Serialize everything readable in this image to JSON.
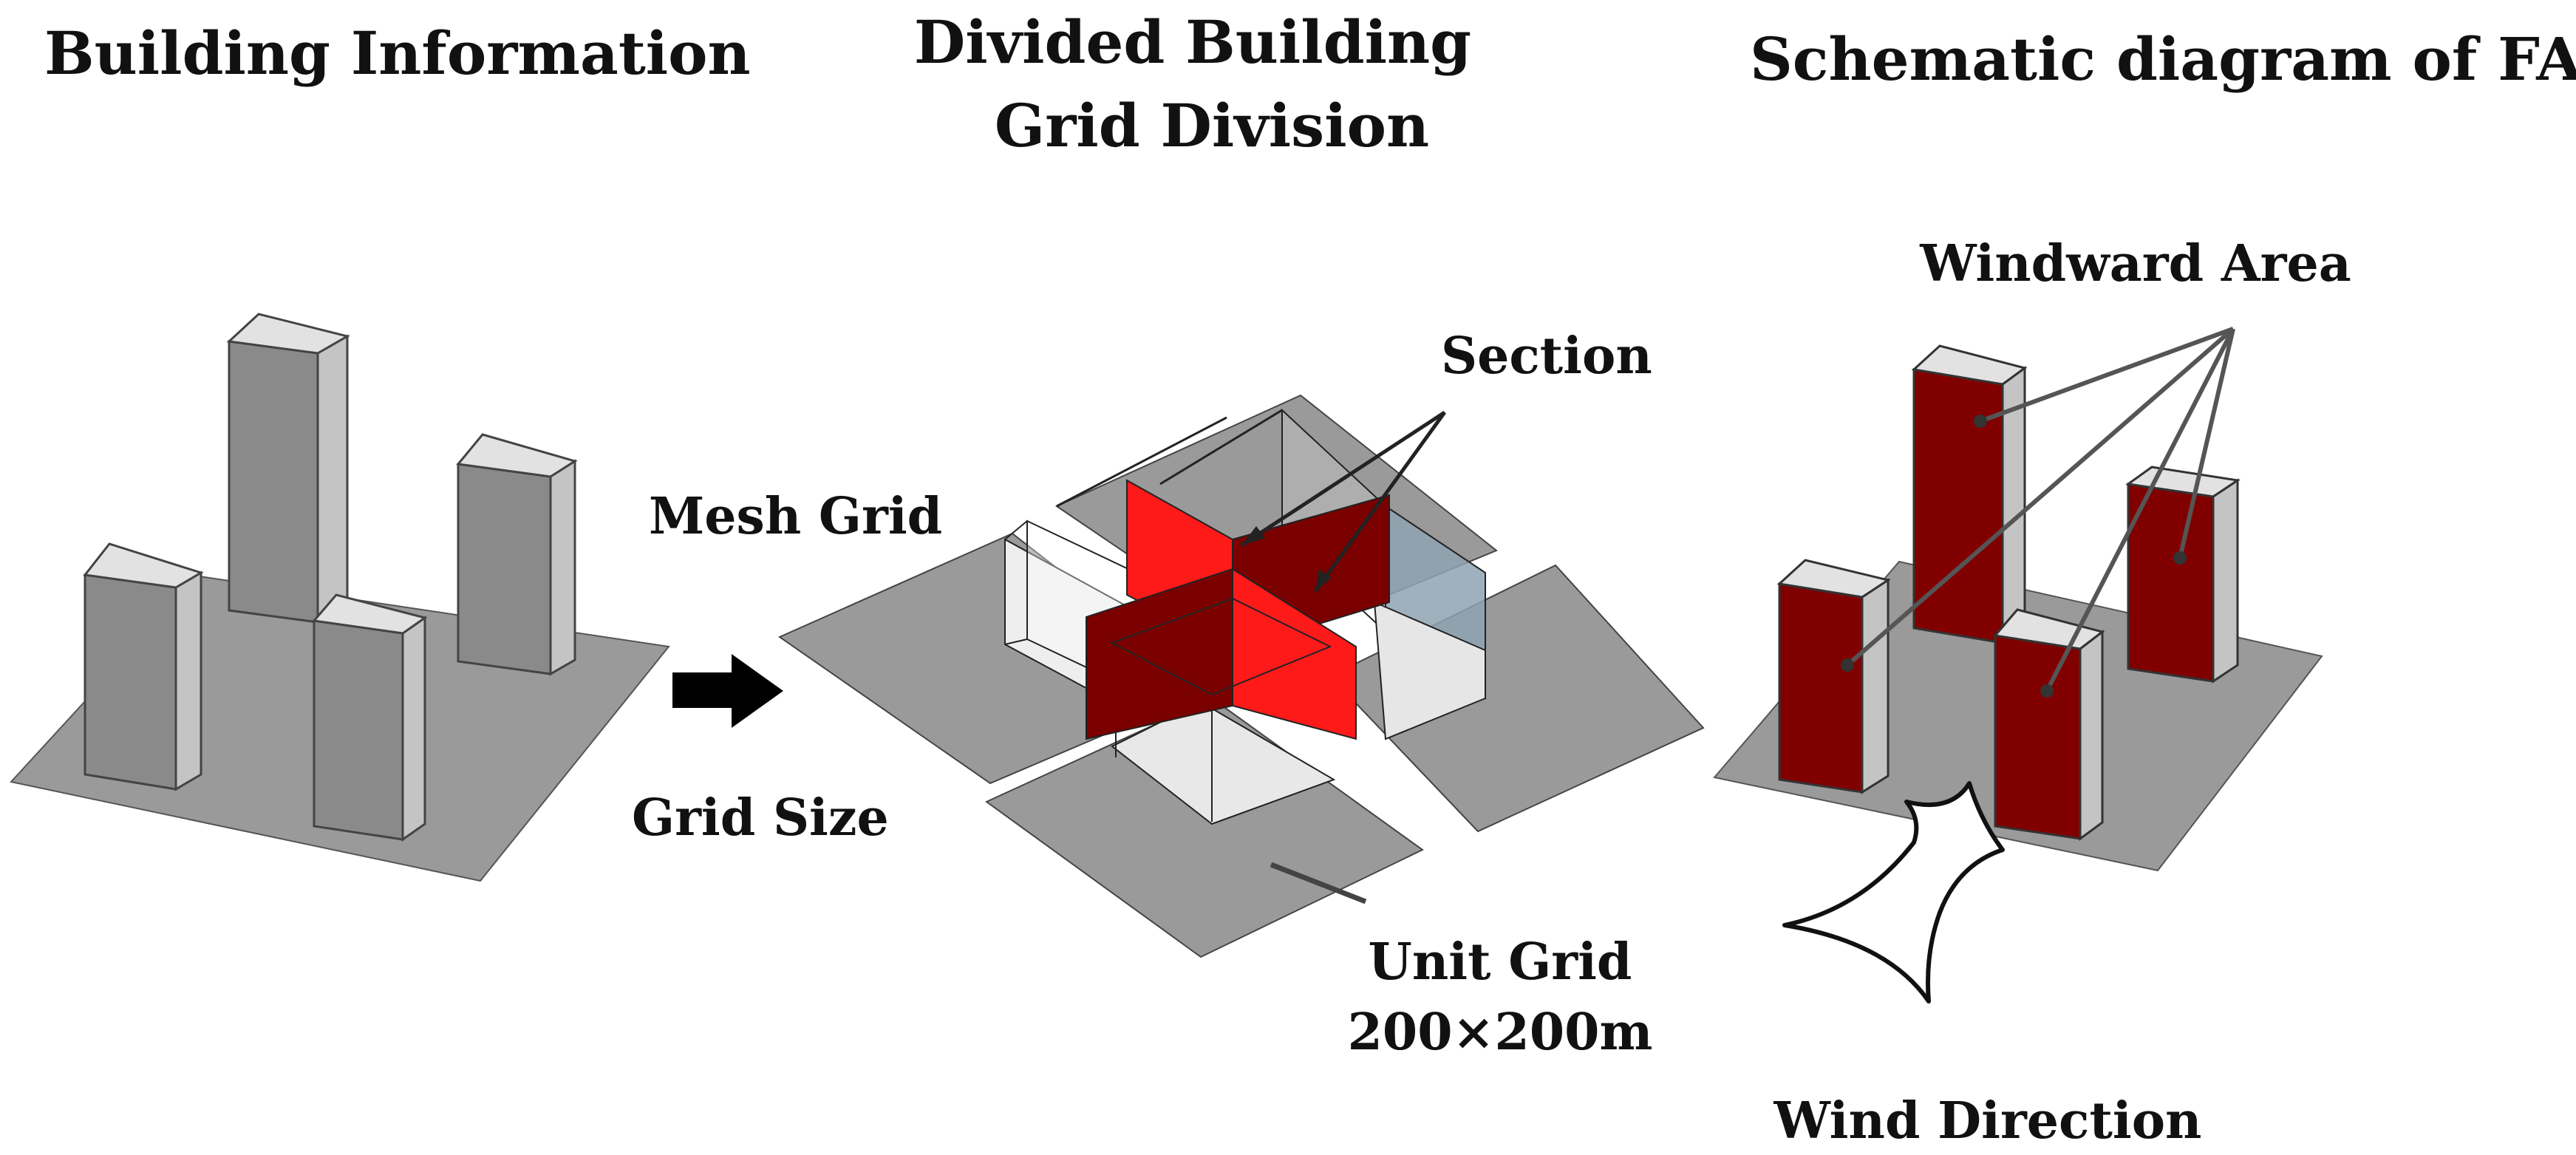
{
  "panels": {
    "building_information": {
      "title": "Building Information"
    },
    "divided_building": {
      "title_line1": "Divided Building",
      "title_line2": "Grid Division"
    },
    "fad_schematic": {
      "title": "Schematic diagram of FAD"
    }
  },
  "annotations": {
    "mesh_grid": "Mesh Grid",
    "grid_size": "Grid Size",
    "section": "Section",
    "unit_grid_line1": "Unit Grid",
    "unit_grid_line2": "200×200m",
    "windward_area": "Windward Area",
    "wind_direction": "Wind Direction"
  },
  "colors": {
    "ground": "#9a9a9a",
    "building_front": "#8a8a8a",
    "building_side": "#c4c4c4",
    "building_top": "#e2e2e2",
    "section_bright": "#ff1a1a",
    "section_dark": "#7a0000",
    "windward_face": "#800000",
    "grid_cell_floor": "#e8e8e8",
    "grid_cell_blue": "#8fa3b3"
  },
  "icons": [
    "right-arrow-icon",
    "wind-direction-arrow-icon"
  ]
}
